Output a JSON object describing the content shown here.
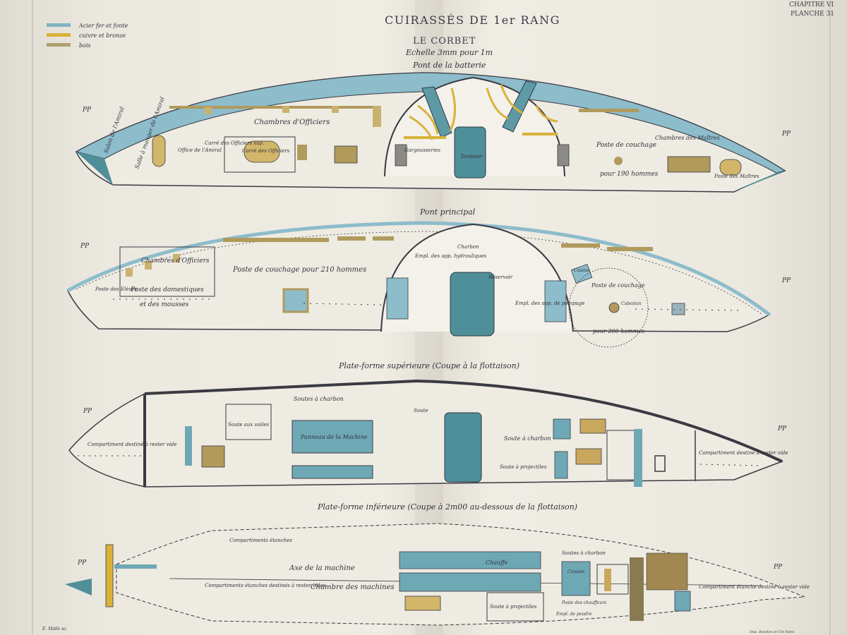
{
  "header": {
    "chapter": "CHAPITRE VI",
    "plate": "PLANCHE 31",
    "title": "CUIRASSÉS DE 1er RANG",
    "ship": "LE CORBET",
    "scale": "Echelle 3mm pour 1m"
  },
  "legend": [
    {
      "label": "Acier fer et fonte",
      "color": "#7fb3c2"
    },
    {
      "label": "cuivre et bronze",
      "color": "#d9b23a"
    },
    {
      "label": "bois",
      "color": "#b0a070"
    }
  ],
  "colors": {
    "paper": "#efece4",
    "ink": "#3a3a42",
    "steel": "#7fb3c2",
    "steel_dark": "#4f8f9a",
    "bronze": "#d9b23a",
    "wood": "#b09a5c"
  },
  "pp_marker": "PP",
  "decks": [
    {
      "title": "Pont de la batterie",
      "labels": [
        "Salon de l'Amiral",
        "Salle à manger de l'Amiral",
        "Office de l'Amiral",
        "Carré des Officiers sup.",
        "Carré des Officiers",
        "Chambres d'Officiers",
        "Gargousseries",
        "Tambour",
        "Chambres des Maîtres",
        "Poste de couchage",
        "pour 190 hommes",
        "Poste des Maîtres"
      ]
    },
    {
      "title": "Pont principal",
      "labels": [
        "Poste des Elèves",
        "Chambres d'Officiers",
        "Poste des domestiques",
        "et des mousses",
        "Poste de couchage pour 210 hommes",
        "Charbon",
        "Empl. des app. hydrauliques",
        "Réservoir",
        "Empl. des app. de pompage",
        "Cuisine",
        "Poste de couchage",
        "Cabestan",
        "pour 200 hommes"
      ]
    },
    {
      "title": "Plate-forme supérieure (Coupe à la flottaison)",
      "labels": [
        "Compartiment destiné à rester vide",
        "Soute aux voiles",
        "Soutes à charbon",
        "Panneau de la Machine",
        "Soute à charbon",
        "Soute à projectiles",
        "Soute",
        "Compartiment destiné à rester vide"
      ]
    },
    {
      "title": "Plate-forme inférieure (Coupe à 2m00 au-dessous de la flottaison)",
      "labels": [
        "Compartiments étanches",
        "Compartiments étanches destinés à rester vides",
        "Axe de la machine",
        "Chambre des machines",
        "Chauffe",
        "Soute à projectiles",
        "Soutes à charbon",
        "Cuisson",
        "Poste des chauffeurs",
        "Empl. de poudre",
        "Compartiment étanche destiné à rester vide"
      ]
    }
  ],
  "footer": {
    "engraver": "E. Malle sc.",
    "printer": "Imp. Bondon et Cie Paris"
  }
}
